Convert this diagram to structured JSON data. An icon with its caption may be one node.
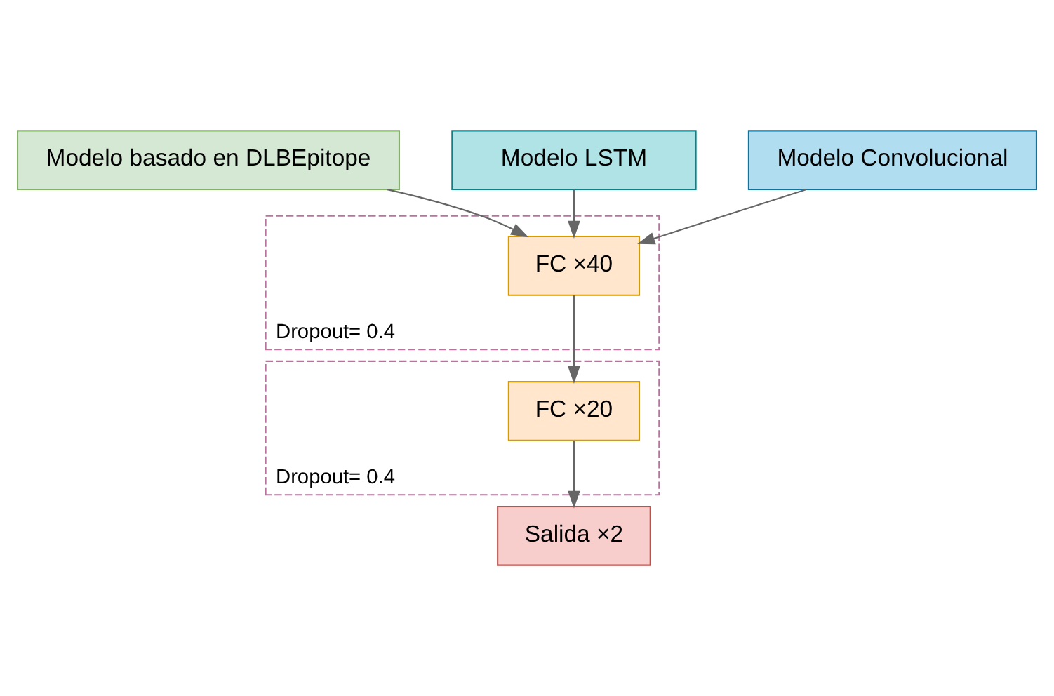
{
  "diagram": {
    "nodes": [
      {
        "text": [
          "Modelo basado en DLBEpitope"
        ]
      },
      {
        "text": [
          "Modelo LSTM"
        ]
      },
      {
        "text": [
          "Modelo Convolucional"
        ]
      },
      {
        "text": [
          "Dropout= 0.4"
        ]
      },
      {
        "text": [
          "FC ×40"
        ],
        "in": 3
      },
      {
        "text": [
          "Dropout= 0.4"
        ]
      },
      {
        "text": [
          "FC ×20"
        ],
        "in": 5
      },
      {
        "text": [
          "Salida ×2"
        ]
      }
    ],
    "edges": [
      {
        "from": 0,
        "to": 4,
        "arrow": "to"
      },
      {
        "from": 1,
        "to": 4,
        "arrow": "to"
      },
      {
        "from": 2,
        "to": 4,
        "arrow": "to"
      },
      {
        "from": 4,
        "to": 6,
        "arrow": "to"
      },
      {
        "from": 6,
        "to": 7,
        "arrow": "to"
      }
    ]
  }
}
